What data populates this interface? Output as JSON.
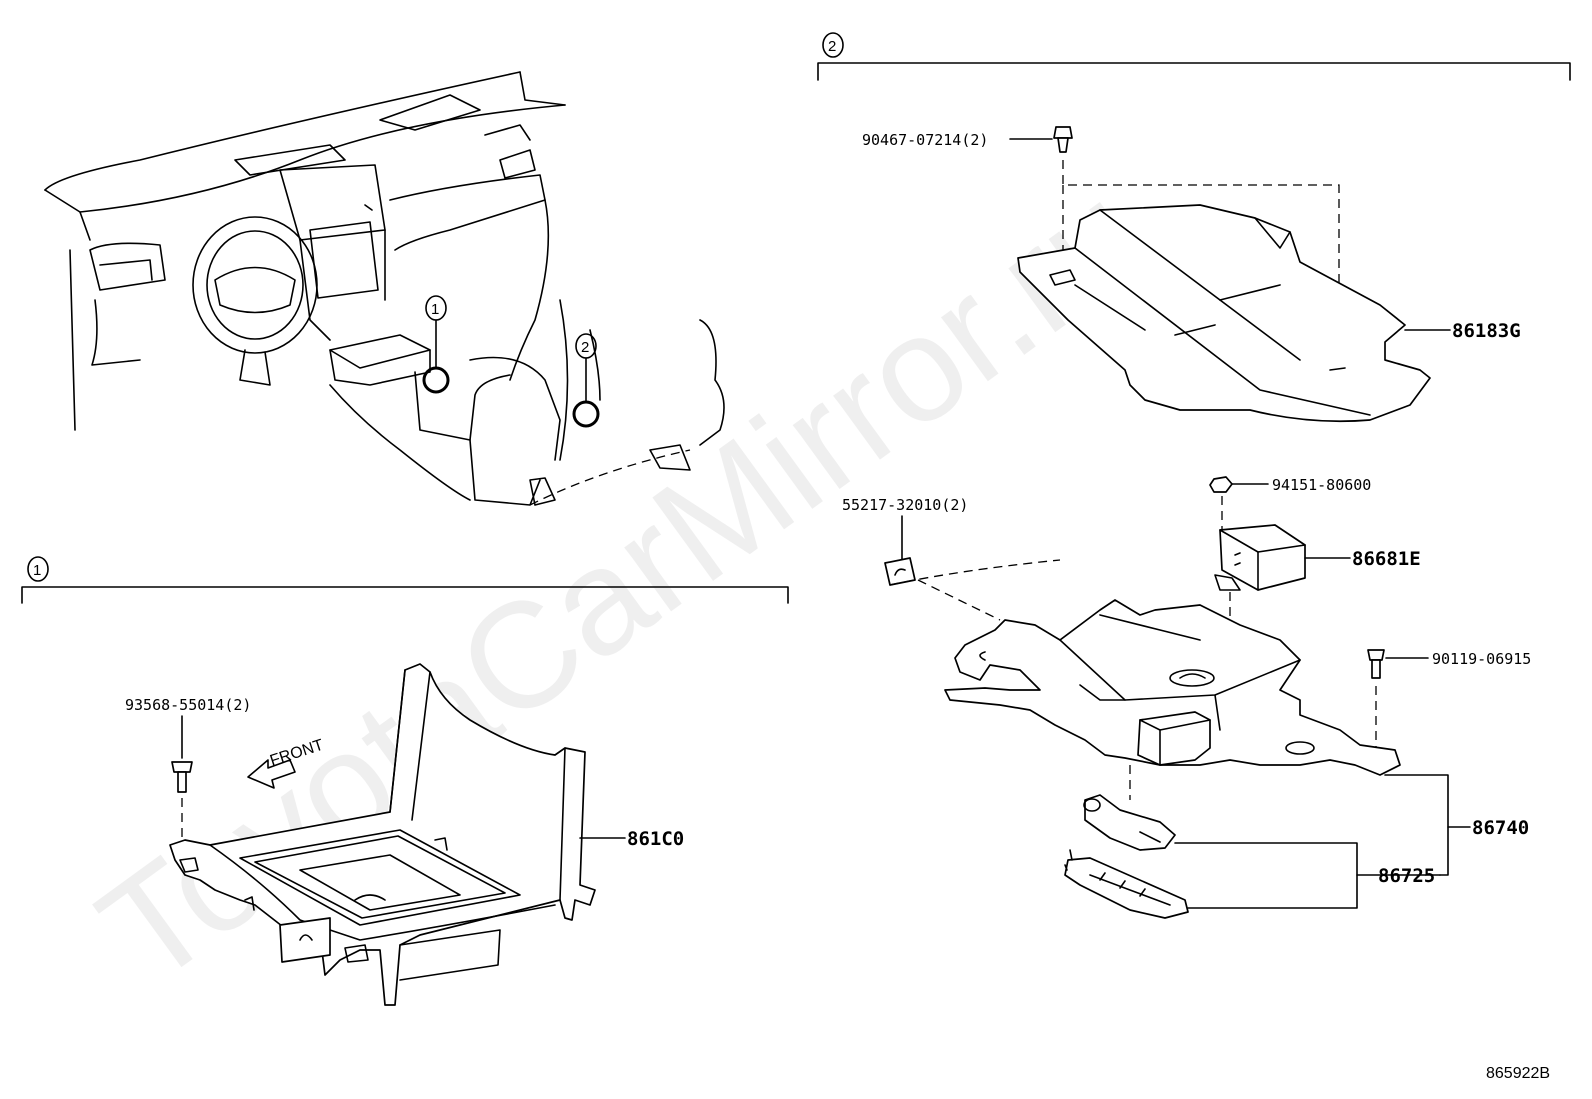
{
  "watermark": "ToyotaCarMirror.ru",
  "reference_code": "865922B",
  "sections": {
    "one": {
      "callout": "1"
    },
    "two": {
      "callout": "2"
    }
  },
  "overview_callouts": [
    "1",
    "2"
  ],
  "parts": {
    "p93568": "93568-55014(2)",
    "p861C0": "861C0",
    "front": "FRONT",
    "p90467": "90467-07214(2)",
    "p86183G": "86183G",
    "p94151": "94151-80600",
    "p55217": "55217-32010(2)",
    "p86681E": "86681E",
    "p90119": "90119-06915",
    "p86740": "86740",
    "p86725": "86725"
  }
}
